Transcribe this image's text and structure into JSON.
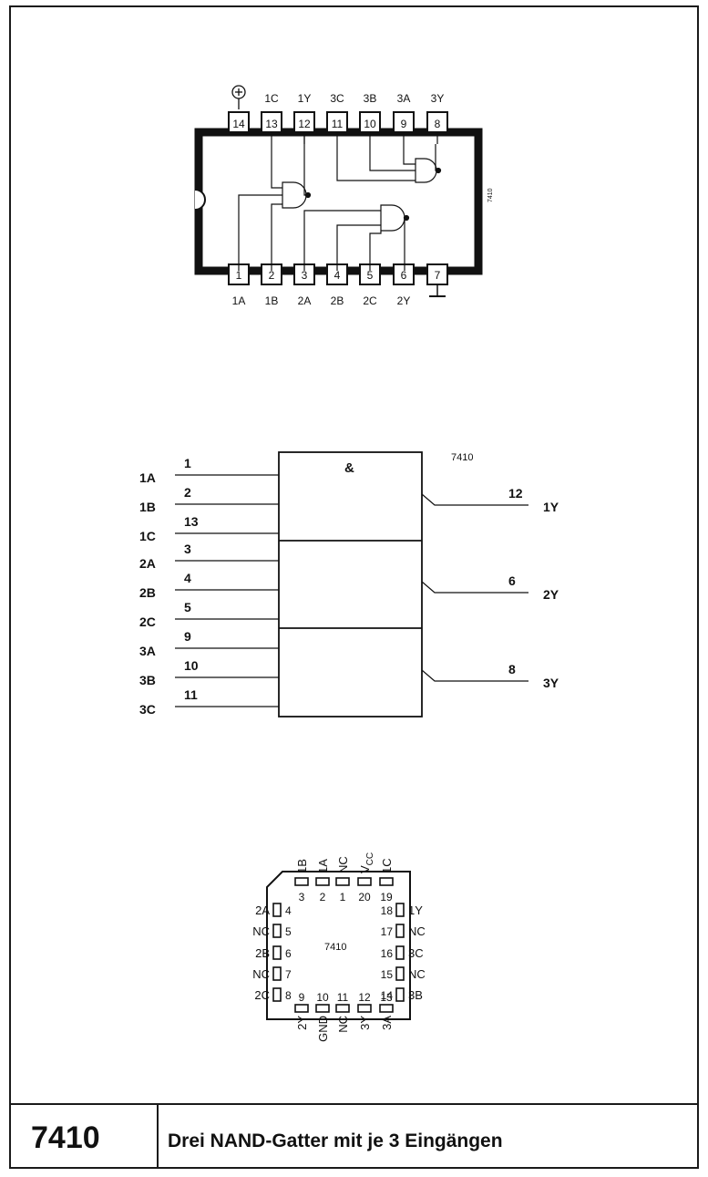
{
  "dip": {
    "top_pins": [
      {
        "num": "14",
        "label": ""
      },
      {
        "num": "13",
        "label": "1C"
      },
      {
        "num": "12",
        "label": "1Y"
      },
      {
        "num": "11",
        "label": "3C"
      },
      {
        "num": "10",
        "label": "3B"
      },
      {
        "num": "9",
        "label": "3A"
      },
      {
        "num": "8",
        "label": "3Y"
      }
    ],
    "bottom_pins": [
      {
        "num": "1",
        "label": "1A"
      },
      {
        "num": "2",
        "label": "1B"
      },
      {
        "num": "3",
        "label": "2A"
      },
      {
        "num": "4",
        "label": "2B"
      },
      {
        "num": "5",
        "label": "2C"
      },
      {
        "num": "6",
        "label": "2Y"
      },
      {
        "num": "7",
        "label": ""
      }
    ],
    "part": "7410"
  },
  "logic": {
    "part": "7410",
    "and_symbol": "&",
    "inputs": [
      {
        "label": "1A",
        "pin": "1"
      },
      {
        "label": "1B",
        "pin": "2"
      },
      {
        "label": "1C",
        "pin": "13"
      },
      {
        "label": "2A",
        "pin": "3"
      },
      {
        "label": "2B",
        "pin": "4"
      },
      {
        "label": "2C",
        "pin": "5"
      },
      {
        "label": "3A",
        "pin": "9"
      },
      {
        "label": "3B",
        "pin": "10"
      },
      {
        "label": "3C",
        "pin": "11"
      }
    ],
    "outputs": [
      {
        "label": "1Y",
        "pin": "12"
      },
      {
        "label": "2Y",
        "pin": "6"
      },
      {
        "label": "3Y",
        "pin": "8"
      }
    ]
  },
  "plcc": {
    "part": "7410",
    "top": [
      {
        "num": "3",
        "label": "1B"
      },
      {
        "num": "2",
        "label": "1A"
      },
      {
        "num": "1",
        "label": "NC"
      },
      {
        "num": "20",
        "label": "VCC"
      },
      {
        "num": "19",
        "label": "1C"
      }
    ],
    "left": [
      {
        "num": "4",
        "label": "2A"
      },
      {
        "num": "5",
        "label": "NC"
      },
      {
        "num": "6",
        "label": "2B"
      },
      {
        "num": "7",
        "label": "NC"
      },
      {
        "num": "8",
        "label": "2C"
      }
    ],
    "right": [
      {
        "num": "18",
        "label": "1Y"
      },
      {
        "num": "17",
        "label": "NC"
      },
      {
        "num": "16",
        "label": "3C"
      },
      {
        "num": "15",
        "label": "NC"
      },
      {
        "num": "14",
        "label": "3B"
      }
    ],
    "bottom": [
      {
        "num": "9",
        "label": "2Y"
      },
      {
        "num": "10",
        "label": "GND"
      },
      {
        "num": "11",
        "label": "NC"
      },
      {
        "num": "12",
        "label": "3Y"
      },
      {
        "num": "13",
        "label": "3A"
      }
    ]
  },
  "footer": {
    "code": "7410",
    "description": "Drei NAND-Gatter mit je 3 Eingängen"
  }
}
